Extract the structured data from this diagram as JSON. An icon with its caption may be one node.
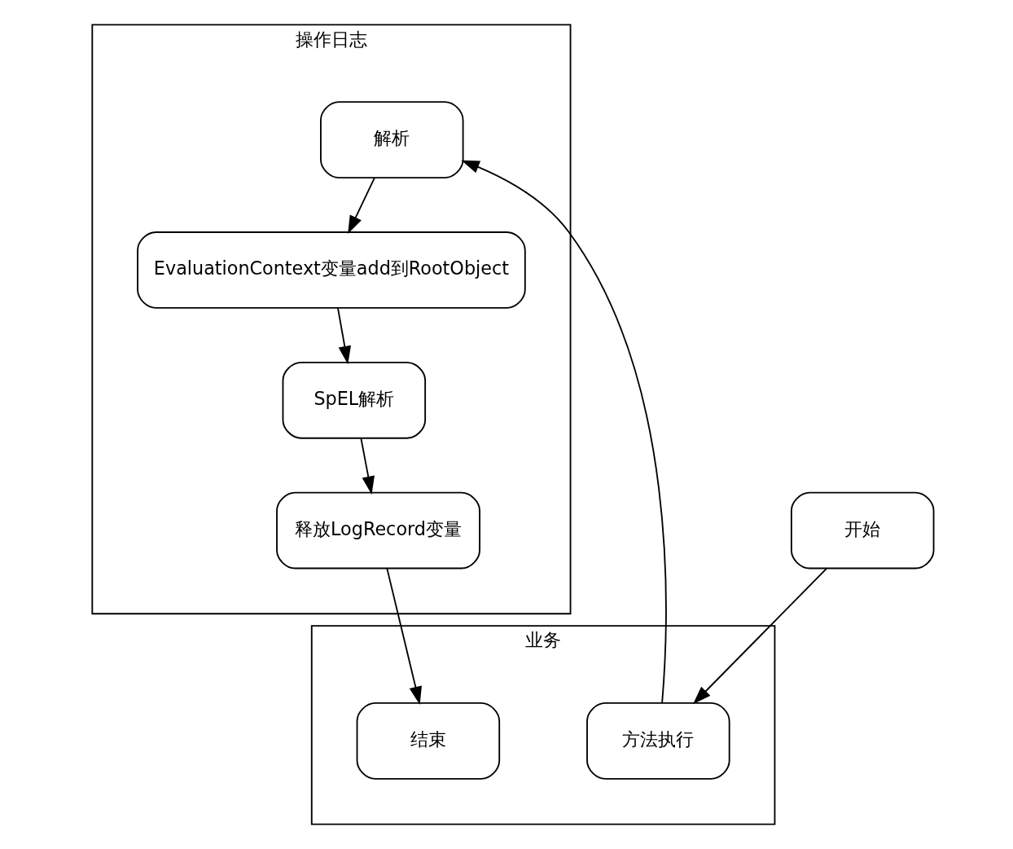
{
  "diagram": {
    "nodes": [
      {
        "text": [
          "业务"
        ]
      },
      {
        "text": [
          "操作日志"
        ]
      },
      {
        "text": [
          "开始"
        ]
      },
      {
        "text": [
          "方法执行"
        ],
        "in": 0
      },
      {
        "text": [
          "解析"
        ],
        "in": 1
      },
      {
        "text": [
          "EvaluationContext变量add到RootObject"
        ],
        "in": 1
      },
      {
        "text": [
          "SpEL解析"
        ],
        "in": 1
      },
      {
        "text": [
          "释放LogRecord变量"
        ],
        "in": 1
      },
      {
        "text": [
          "结束"
        ],
        "in": 0
      }
    ],
    "edges": [
      {
        "from": 2,
        "to": 3,
        "arrow": "to"
      },
      {
        "from": 3,
        "to": 4,
        "arrow": "to"
      },
      {
        "from": 4,
        "to": 5,
        "arrow": "to"
      },
      {
        "from": 5,
        "to": 6,
        "arrow": "to"
      },
      {
        "from": 6,
        "to": 7,
        "arrow": "to"
      },
      {
        "from": 7,
        "to": 8,
        "arrow": "to"
      }
    ]
  }
}
